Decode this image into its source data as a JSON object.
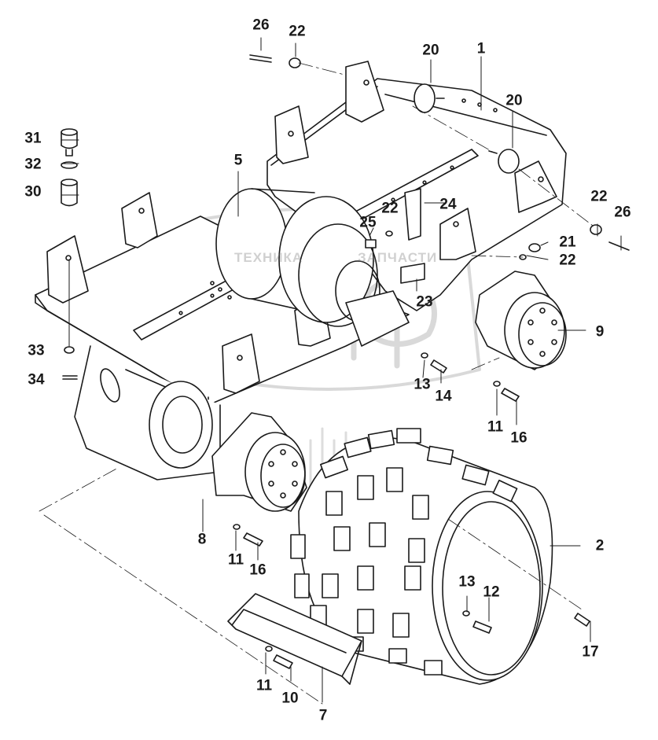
{
  "diagram": {
    "callouts": [
      {
        "id": "c26a",
        "text": "26"
      },
      {
        "id": "c22a",
        "text": "22"
      },
      {
        "id": "c20a",
        "text": "20"
      },
      {
        "id": "c1",
        "text": "1"
      },
      {
        "id": "c20b",
        "text": "20"
      },
      {
        "id": "c31",
        "text": "31"
      },
      {
        "id": "c32",
        "text": "32"
      },
      {
        "id": "c30",
        "text": "30"
      },
      {
        "id": "c5",
        "text": "5"
      },
      {
        "id": "c22b",
        "text": "22"
      },
      {
        "id": "c24",
        "text": "24"
      },
      {
        "id": "c25",
        "text": "25"
      },
      {
        "id": "c22c",
        "text": "22"
      },
      {
        "id": "c26b",
        "text": "26"
      },
      {
        "id": "c21",
        "text": "21"
      },
      {
        "id": "c22d",
        "text": "22"
      },
      {
        "id": "c23",
        "text": "23"
      },
      {
        "id": "c9",
        "text": "9"
      },
      {
        "id": "c33",
        "text": "33"
      },
      {
        "id": "c34",
        "text": "34"
      },
      {
        "id": "c13a",
        "text": "13"
      },
      {
        "id": "c14",
        "text": "14"
      },
      {
        "id": "c11a",
        "text": "11"
      },
      {
        "id": "c16a",
        "text": "16"
      },
      {
        "id": "c8",
        "text": "8"
      },
      {
        "id": "c11b",
        "text": "11"
      },
      {
        "id": "c16b",
        "text": "16"
      },
      {
        "id": "c2",
        "text": "2"
      },
      {
        "id": "c13b",
        "text": "13"
      },
      {
        "id": "c12",
        "text": "12"
      },
      {
        "id": "c17",
        "text": "17"
      },
      {
        "id": "c11c",
        "text": "11"
      },
      {
        "id": "c10",
        "text": "10"
      },
      {
        "id": "c7",
        "text": "7"
      }
    ]
  },
  "watermark": {
    "text_left": "ТЕХНИКА",
    "text_right": "ЗАПЧАСТИ",
    "letters": "ЭПФ"
  },
  "colors": {
    "ink": "#1a1a1a",
    "watermark": "#b4b4b4"
  }
}
